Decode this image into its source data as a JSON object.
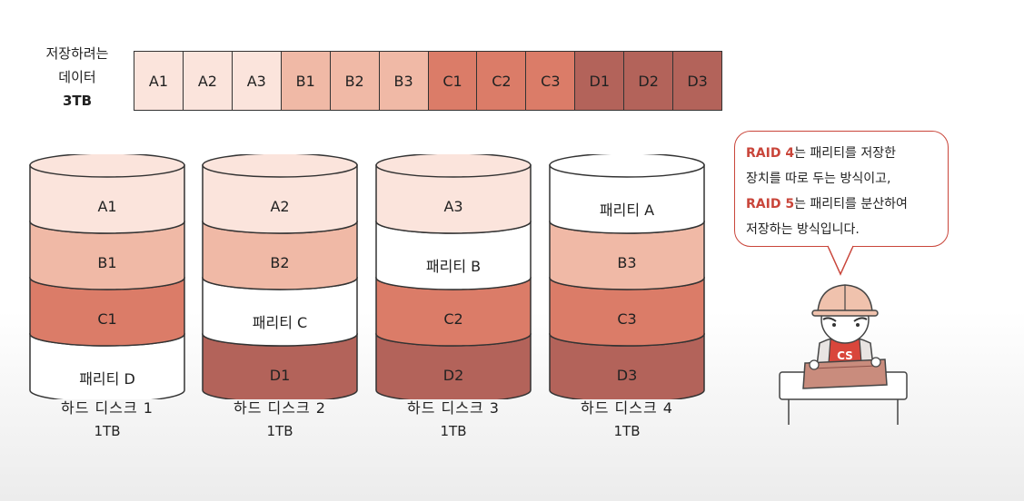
{
  "data_label": {
    "line1": "저장하려는",
    "line2": "데이터",
    "line3": "3TB"
  },
  "colors": {
    "a": "#fbe4dc",
    "b": "#f0b9a6",
    "c": "#db7c68",
    "d": "#b3635a",
    "parity": "#ffffff",
    "accent": "#c9453a"
  },
  "strip": [
    {
      "label": "A1",
      "group": "a"
    },
    {
      "label": "A2",
      "group": "a"
    },
    {
      "label": "A3",
      "group": "a"
    },
    {
      "label": "B1",
      "group": "b"
    },
    {
      "label": "B2",
      "group": "b"
    },
    {
      "label": "B3",
      "group": "b"
    },
    {
      "label": "C1",
      "group": "c"
    },
    {
      "label": "C2",
      "group": "c"
    },
    {
      "label": "C3",
      "group": "c"
    },
    {
      "label": "D1",
      "group": "d"
    },
    {
      "label": "D2",
      "group": "d"
    },
    {
      "label": "D3",
      "group": "d"
    }
  ],
  "disks": [
    {
      "name": "하드 디스크 1",
      "capacity": "1TB",
      "segments": [
        {
          "label": "A1",
          "group": "a"
        },
        {
          "label": "B1",
          "group": "b"
        },
        {
          "label": "C1",
          "group": "c"
        },
        {
          "label": "패리티 D",
          "group": "parity"
        }
      ]
    },
    {
      "name": "하드 디스크 2",
      "capacity": "1TB",
      "segments": [
        {
          "label": "A2",
          "group": "a"
        },
        {
          "label": "B2",
          "group": "b"
        },
        {
          "label": "패리티 C",
          "group": "parity"
        },
        {
          "label": "D1",
          "group": "d"
        }
      ]
    },
    {
      "name": "하드 디스크 3",
      "capacity": "1TB",
      "segments": [
        {
          "label": "A3",
          "group": "a"
        },
        {
          "label": "패리티 B",
          "group": "parity"
        },
        {
          "label": "C2",
          "group": "c"
        },
        {
          "label": "D2",
          "group": "d"
        }
      ]
    },
    {
      "name": "하드 디스크 4",
      "capacity": "1TB",
      "segments": [
        {
          "label": "패리티 A",
          "group": "parity"
        },
        {
          "label": "B3",
          "group": "b"
        },
        {
          "label": "C3",
          "group": "c"
        },
        {
          "label": "D3",
          "group": "d"
        }
      ]
    }
  ],
  "bubble": {
    "l1_red": "RAID 4",
    "l1_rest": "는 패리티를 저장한",
    "l2": "장치를 따로 두는 방식이고,",
    "l3_red": "RAID 5",
    "l3_rest": "는 패리티를 분산하여",
    "l4": "저장하는 방식입니다."
  },
  "character": {
    "shirt_text": "CS"
  }
}
